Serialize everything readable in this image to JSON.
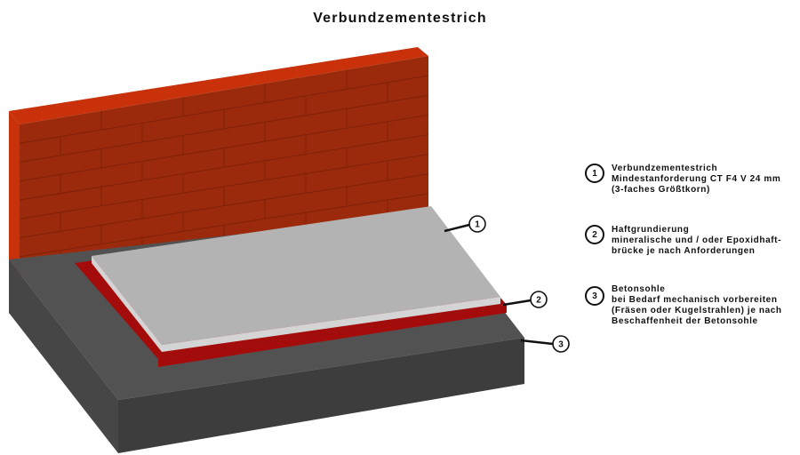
{
  "title": "Verbundzementestrich",
  "layers": [
    {
      "number": "1",
      "lines": [
        "Verbundzementestrich",
        "Mindestanforderung CT F4 V 24 mm",
        "(3-faches Größtkorn)"
      ]
    },
    {
      "number": "2",
      "lines": [
        "Haftgrundierung",
        "mineralische und / oder Epoxidhaft-",
        "brücke je nach Anforderungen"
      ]
    },
    {
      "number": "3",
      "lines": [
        "Betonsohle",
        "bei Bedarf mechanisch vorbereiten",
        "(Fräsen oder Kugelstrahlen) je nach",
        "Beschaffenheit der Betonsohle"
      ]
    }
  ],
  "colors": {
    "brick_front": "#9b2a0c",
    "brick_top": "#c9310b",
    "mortar": "#7e2008",
    "concrete_top": "#525252",
    "concrete_front": "#3d3d3d",
    "concrete_side": "#464646",
    "bond_layer": "#a40c0c",
    "screed_top": "#b3b3b3",
    "screed_edge": "#d4d4d4"
  }
}
